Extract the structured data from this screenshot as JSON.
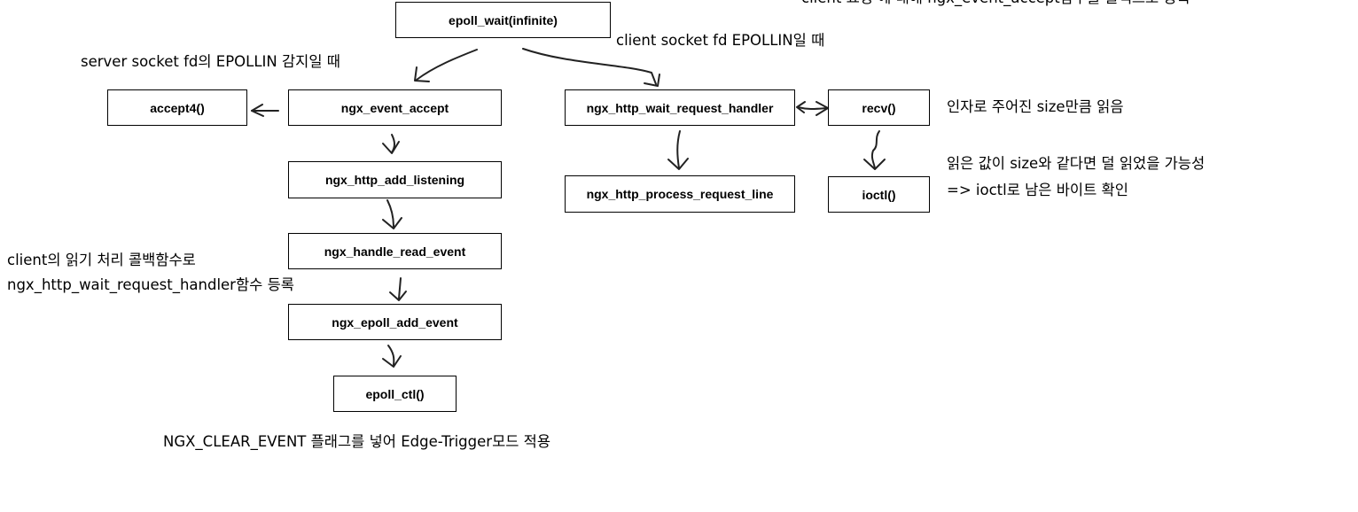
{
  "boxes": {
    "epoll_wait": "epoll_wait(infinite)",
    "accept4": "accept4()",
    "ngx_event_accept": "ngx_event_accept",
    "ngx_http_add_listening": "ngx_http_add_listening",
    "ngx_handle_read_event": "ngx_handle_read_event",
    "ngx_epoll_add_event": "ngx_epoll_add_event",
    "epoll_ctl": "epoll_ctl()",
    "ngx_http_wait_request_handler": "ngx_http_wait_request_handler",
    "ngx_http_process_request_line": "ngx_http_process_request_line",
    "recv": "recv()",
    "ioctl": "ioctl()"
  },
  "notes": {
    "top_right_cut": "client 요청 에 대해 ngx_event_accept함수를 콜백으로 등록",
    "server_socket": "server socket fd의 EPOLLIN 감지일 때",
    "client_socket": "client socket fd EPOLLIN일 때",
    "recv_note": "인자로 주어진 size만큼 읽음",
    "ioctl_note_line1": "읽은 값이 size와 같다면 덜 읽었을 가능성",
    "ioctl_note_line2": "=> ioctl로 남은 바이트 확인",
    "callback_line1": "client의 읽기 처리 콜백함수로",
    "callback_line2": "ngx_http_wait_request_handler함수 등록",
    "edge_trigger": "NGX_CLEAR_EVENT 플래그를 넣어 Edge-Trigger모드 적용"
  }
}
